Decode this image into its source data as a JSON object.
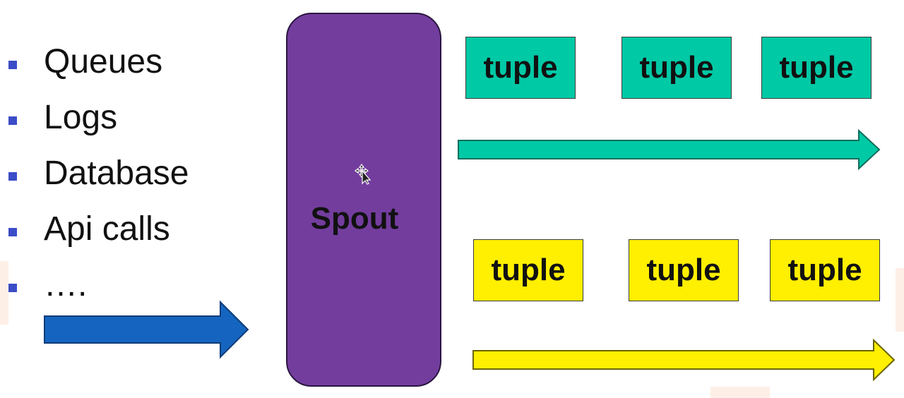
{
  "colors": {
    "spout_fill": "#733d9e",
    "green": "#00c9a5",
    "yellow": "#ffef00",
    "blue_arrow": "#1565c0",
    "bullet": "#3b4cc7"
  },
  "sources": {
    "items": [
      {
        "label": "Queues"
      },
      {
        "label": "Logs"
      },
      {
        "label": "Database"
      },
      {
        "label": "Api calls"
      },
      {
        "label": "…."
      }
    ]
  },
  "spout": {
    "label": "Spout"
  },
  "streams": {
    "top": {
      "tuples": [
        "tuple",
        "tuple",
        "tuple"
      ]
    },
    "bottom": {
      "tuples": [
        "tuple",
        "tuple",
        "tuple"
      ]
    }
  },
  "cursor": {
    "icon": "move-cursor-icon"
  }
}
